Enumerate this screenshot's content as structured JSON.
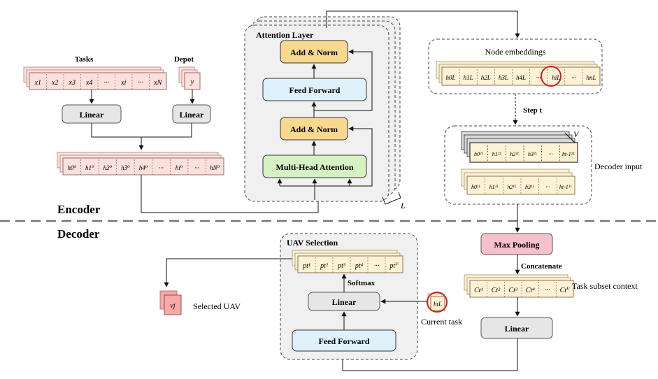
{
  "sections": {
    "encoder": "Encoder",
    "decoder": "Decoder"
  },
  "encoder": {
    "tasks_label": "Tasks",
    "depot_label": "Depot",
    "task_cells": [
      "x1",
      "x2",
      "x3",
      "x4",
      "···",
      "xi",
      "···",
      "xN"
    ],
    "depot_cell": "y",
    "linear_left": "Linear",
    "linear_right": "Linear",
    "h0_cells": [
      "h0⁰",
      "h1⁰",
      "h2⁰",
      "h3⁰",
      "h4⁰",
      "···",
      "hi⁰",
      "···",
      "hN⁰"
    ],
    "attention": {
      "title": "Attention  Layer",
      "add_norm_top": "Add & Norm",
      "feed_forward": "Feed Forward",
      "add_norm_bottom": "Add & Norm",
      "mha": "Multi-Head Attention",
      "repeat": "L"
    }
  },
  "node_embeddings": {
    "title": "Node embeddings",
    "cells": [
      "h0L",
      "h1L",
      "h2L",
      "h3L",
      "h4L",
      "···",
      "hiL",
      "···",
      "hnL"
    ]
  },
  "step_label": "Step t",
  "decoder_input": {
    "label": "Decoder input",
    "v_label": "V",
    "top_cells": [
      "h0²ᴸ",
      "h1²ᴸ",
      "h2²ᴸ",
      "h3²ᴸ",
      "···",
      "ht-1²ᴸ"
    ],
    "bottom_cells": [
      "h0¹ᴸ",
      "h1¹ᴸ",
      "h2¹ᴸ",
      "h3¹ᴸ",
      "···",
      "ht-1¹ᴸ"
    ]
  },
  "max_pooling": "Max Pooling",
  "concatenate": "Concatenate",
  "context": {
    "cells": [
      "Ct¹",
      "Ct²",
      "Ct³",
      "Ct⁴",
      "···",
      "Ctⱽ"
    ],
    "label": "Task subset context"
  },
  "linear_decoder": "Linear",
  "uav_selection": {
    "title": "UAV Selection",
    "cells": [
      "pt¹",
      "pt²",
      "pt³",
      "pt⁴",
      "···",
      "ptⱽ"
    ],
    "softmax": "Softmax",
    "linear": "Linear",
    "feed_forward": "Feed Forward"
  },
  "current_task": {
    "cell": "htL",
    "label": "Current task"
  },
  "selected_uav": {
    "cell": "vj",
    "label": "Selected UAV"
  },
  "colors": {
    "pink_cell": "#fbe0dc",
    "cream_cell": "#fdf1d6",
    "linear_gray": "#e6e6e6",
    "add_norm": "#f9d88f",
    "feed_forward": "#dff1fb",
    "mha": "#d5f2c2",
    "max_pool": "#f6c0cc",
    "uav": "#f6a9a9",
    "circle": "#d02020"
  }
}
